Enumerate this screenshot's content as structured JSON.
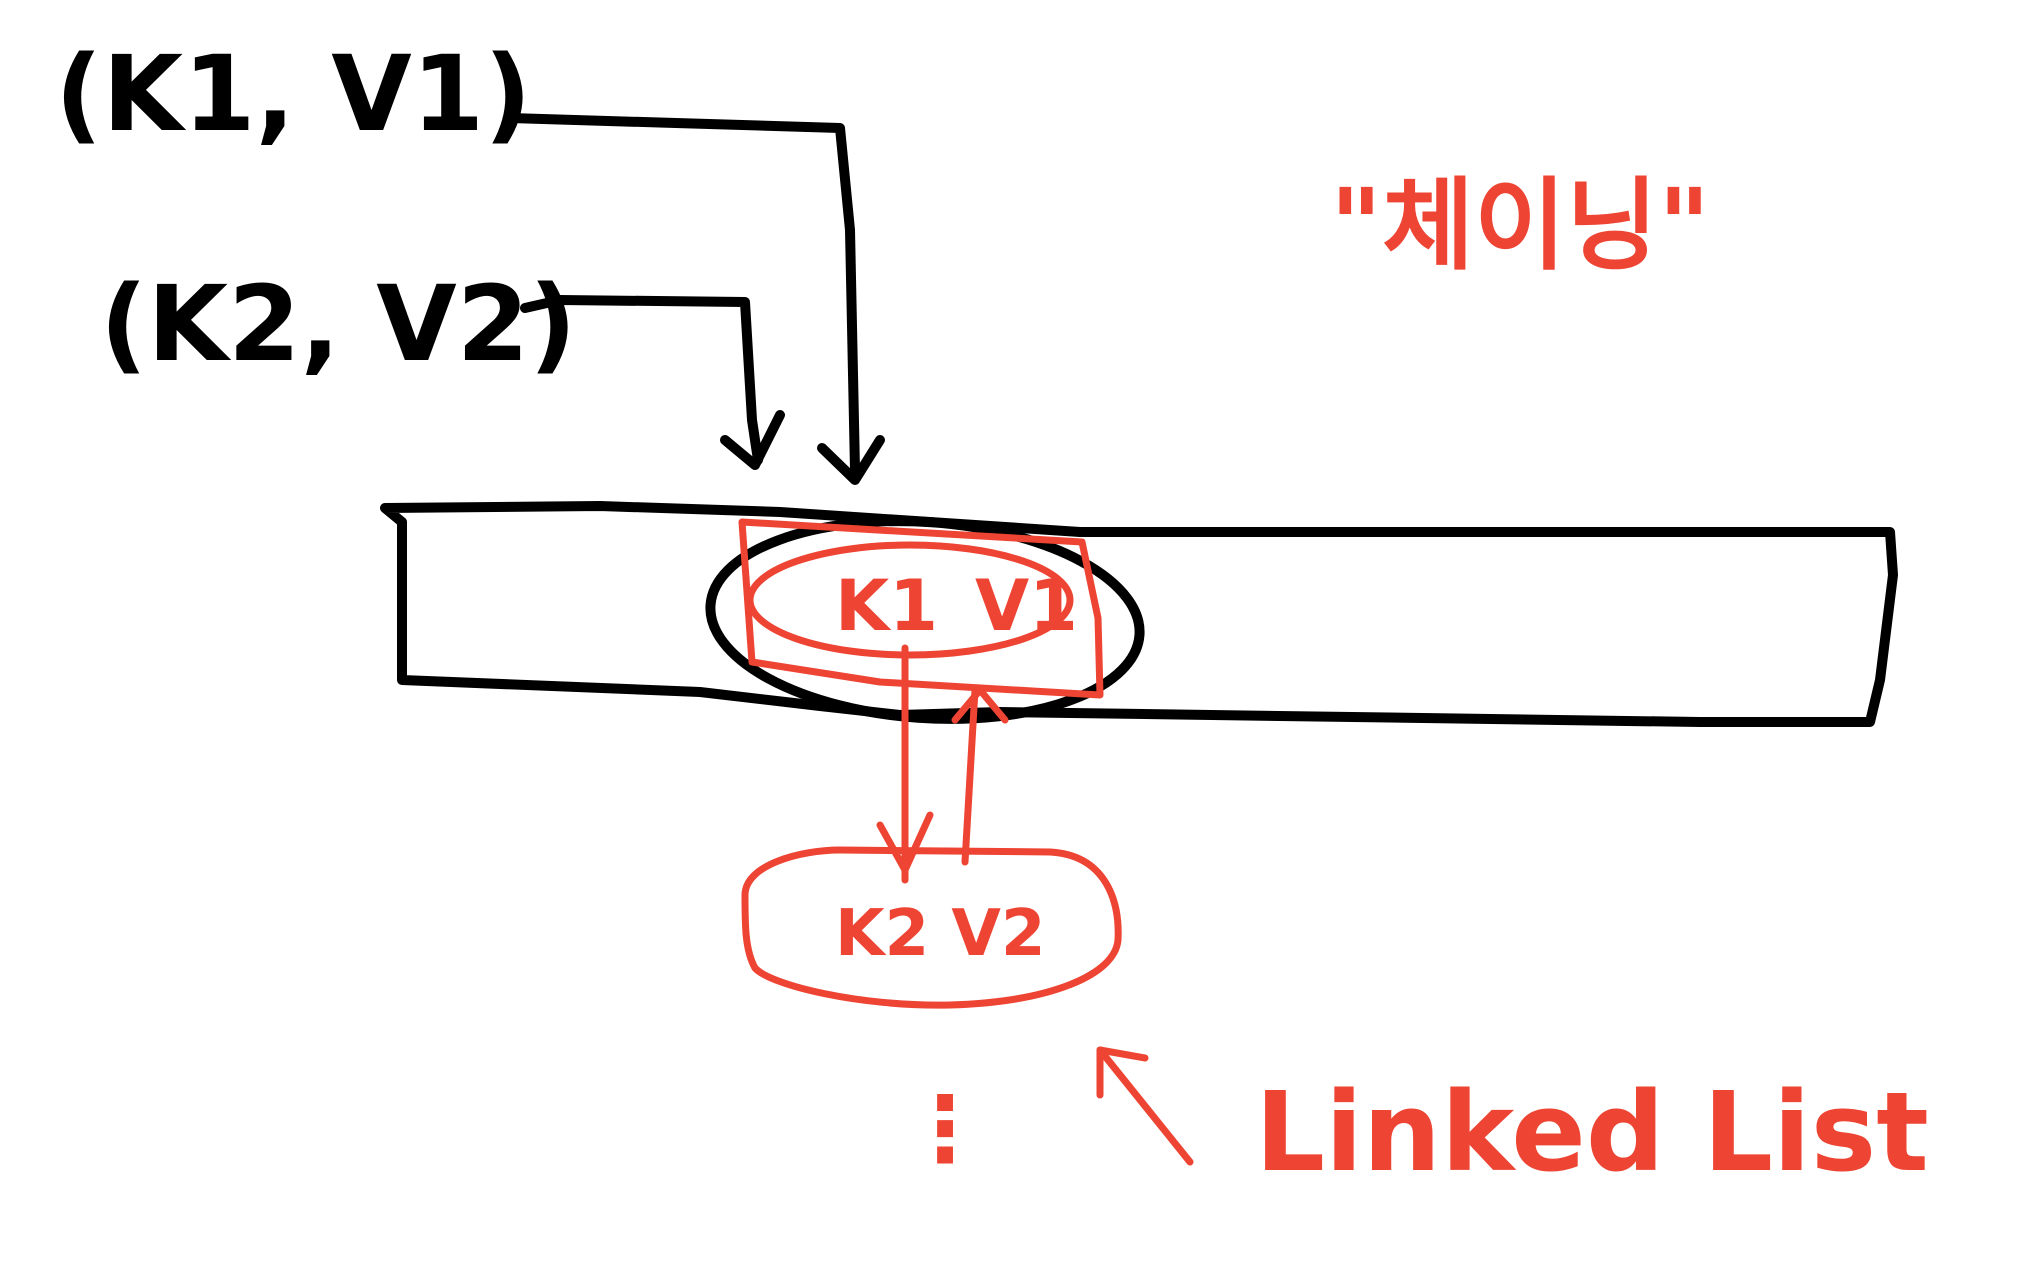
{
  "diagram": {
    "inputs": [
      {
        "id": "pair1",
        "label": "(K1, V1)"
      },
      {
        "id": "pair2",
        "label": "(K2, V2)"
      }
    ],
    "bucket_node_top": {
      "key": "K1",
      "value": "V1"
    },
    "bucket_node_next": {
      "label": "K2 V2"
    },
    "ellipsis": "⋮",
    "collision_label": "\"체이닝\"",
    "linked_list_label": "Linked List",
    "colors": {
      "ink": "#000000",
      "annotation": "#ee4433",
      "background": "#ffffff"
    }
  }
}
